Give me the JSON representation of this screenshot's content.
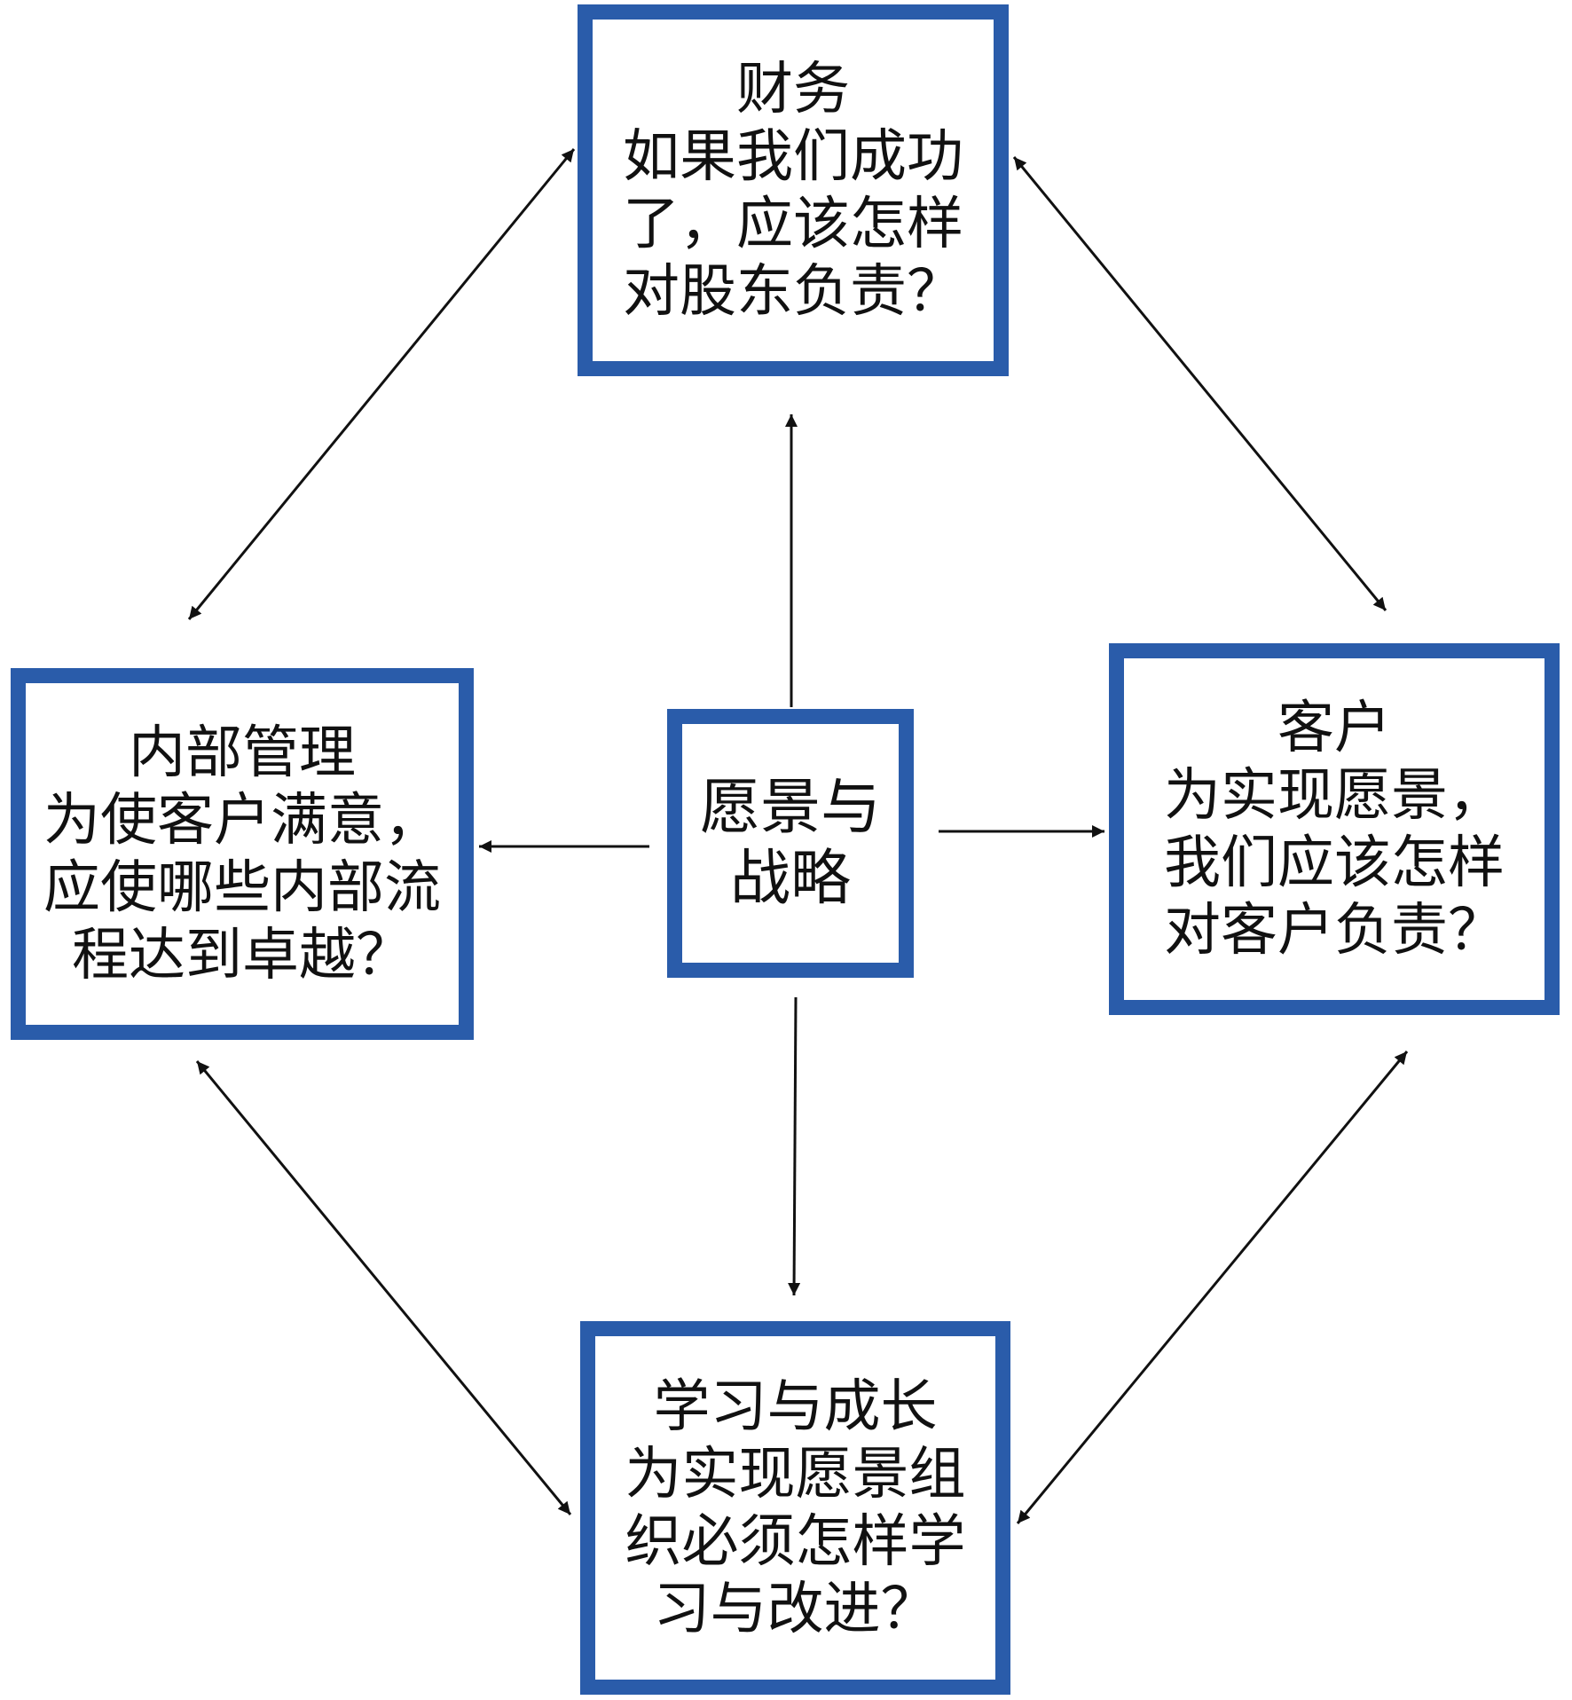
{
  "colors": {
    "box_border": "#2a5caa",
    "arrow": "#111111",
    "text": "#111111"
  },
  "center": {
    "lines": [
      "愿景与",
      "战略"
    ]
  },
  "finance": {
    "title": "财务",
    "lines": [
      "如果我们成功",
      "了，应该怎样",
      "对股东负责？"
    ]
  },
  "customer": {
    "title": "客户",
    "lines": [
      "为实现愿景，",
      "我们应该怎样",
      "对客户负责？"
    ]
  },
  "internal": {
    "title": "内部管理",
    "lines": [
      "为使客户满意，",
      "应使哪些内部流",
      "程达到卓越？"
    ]
  },
  "learning": {
    "title": "学习与成长",
    "lines": [
      "为实现愿景组",
      "织必须怎样学",
      "习与改进？"
    ]
  }
}
